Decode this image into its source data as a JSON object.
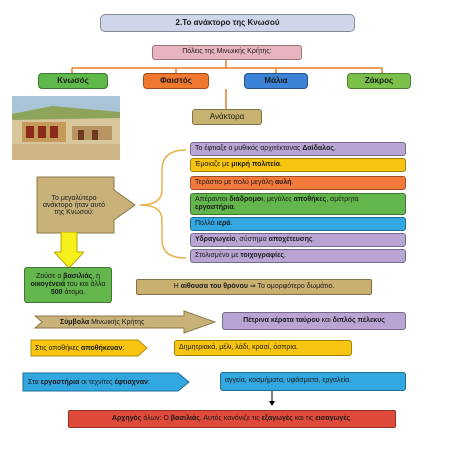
{
  "title": "2.Το ανάκτορο της Κνωσού",
  "cities_header": "Πόλεις της Μινωικής Κρήτης:",
  "cities": [
    "Κνωσός",
    "Φαιστός",
    "Μάλια",
    "Ζάκρος"
  ],
  "palaces_label": "Ανάκτορα",
  "largest_palace": "Το μεγαλύτερο ανάκτορο ήταν αυτό της Κνωσού:",
  "facts": [
    {
      "pre": "Το έφτιαξε ο μυθικός αρχιτέκτονας ",
      "bold": "Δαίδαλος",
      "post": "."
    },
    {
      "pre": "Έμοιαζε με ",
      "bold": "μικρή πολιτεία",
      "post": "."
    },
    {
      "pre": "Τεράστιο με πολύ μεγάλη ",
      "bold": "αυλή",
      "post": "."
    },
    {
      "pre": "Απέραντοι ",
      "bold": "διάδρομοι",
      "post": ", μεγάλες ",
      "bold2": "αποθήκες",
      "post2": ", αμέτρητα ",
      "bold3": "εργαστήρια",
      "post3": "."
    },
    {
      "pre": "Πολλά ",
      "bold": "ιερά",
      "post": "."
    },
    {
      "pre": "",
      "bold": "Υδραγωγείο",
      "post": ", σύστημα ",
      "bold2": "αποχέτευσης",
      "post2": "."
    },
    {
      "pre": "Στολισμένο με ",
      "bold": "τοιχογραφίες",
      "post": "."
    }
  ],
  "residents": {
    "pre": "Ζούσε ο ",
    "bold": "βασιλιάς",
    "mid": ", η ",
    "bold2": "οικογένειά",
    "mid2": " του και άλλα ",
    "bold3": "500",
    "post": " άτομα."
  },
  "throne": {
    "pre": "Η ",
    "bold": "αίθουσα του θρόνου",
    "post": "  ⇒  Το ομορφότερο δωμάτιο."
  },
  "symbols_label": {
    "bold": "Σύμβολα",
    "post": " Μινωικής Κρήτης"
  },
  "symbols_value": {
    "bold": "Πέτρινα κέρατα ταύρου",
    "mid": " και ",
    "bold2": "διπλός πέλεκυς"
  },
  "storage_label": {
    "pre": "Στις αποθήκες ",
    "bold": "αποθήκευαν",
    "post": ":"
  },
  "storage_value": "Δημητριακά, μέλι, λάδι, κρασί, όσπρια.",
  "workshops_label": {
    "pre": "Στα ",
    "bold": "εργαστήρια",
    "mid": " οι τεχνίτες ",
    "bold2": "έφτιαχναν",
    "post": ":"
  },
  "workshops_value": "αγγεία, κοσμήματα, υφάσματα, εργαλεία.",
  "leader": {
    "bold": "Αρχηγός",
    "mid": " όλων: Ο ",
    "bold2": "βασιλιάς",
    "mid2": ". Αυτός κανόνιζε τις ",
    "bold3": "εξαγωγές",
    "mid3": " και τις ",
    "bold4": "εισαγωγές",
    "post": "."
  },
  "colors": {
    "title_bg": "#cfd6ea",
    "cities_header_bg": "#e8b4bf",
    "knossos": "#5fb84a",
    "phaistos": "#f0772e",
    "malia": "#3c82d6",
    "zakros": "#7ac04a",
    "palaces": "#c7b26f",
    "purple": "#b8a5d3",
    "yellow": "#f7c511",
    "orange": "#f47a3c",
    "green": "#63b64c",
    "blue": "#33a8e0",
    "tan": "#c8b071",
    "red": "#e04a3a"
  }
}
